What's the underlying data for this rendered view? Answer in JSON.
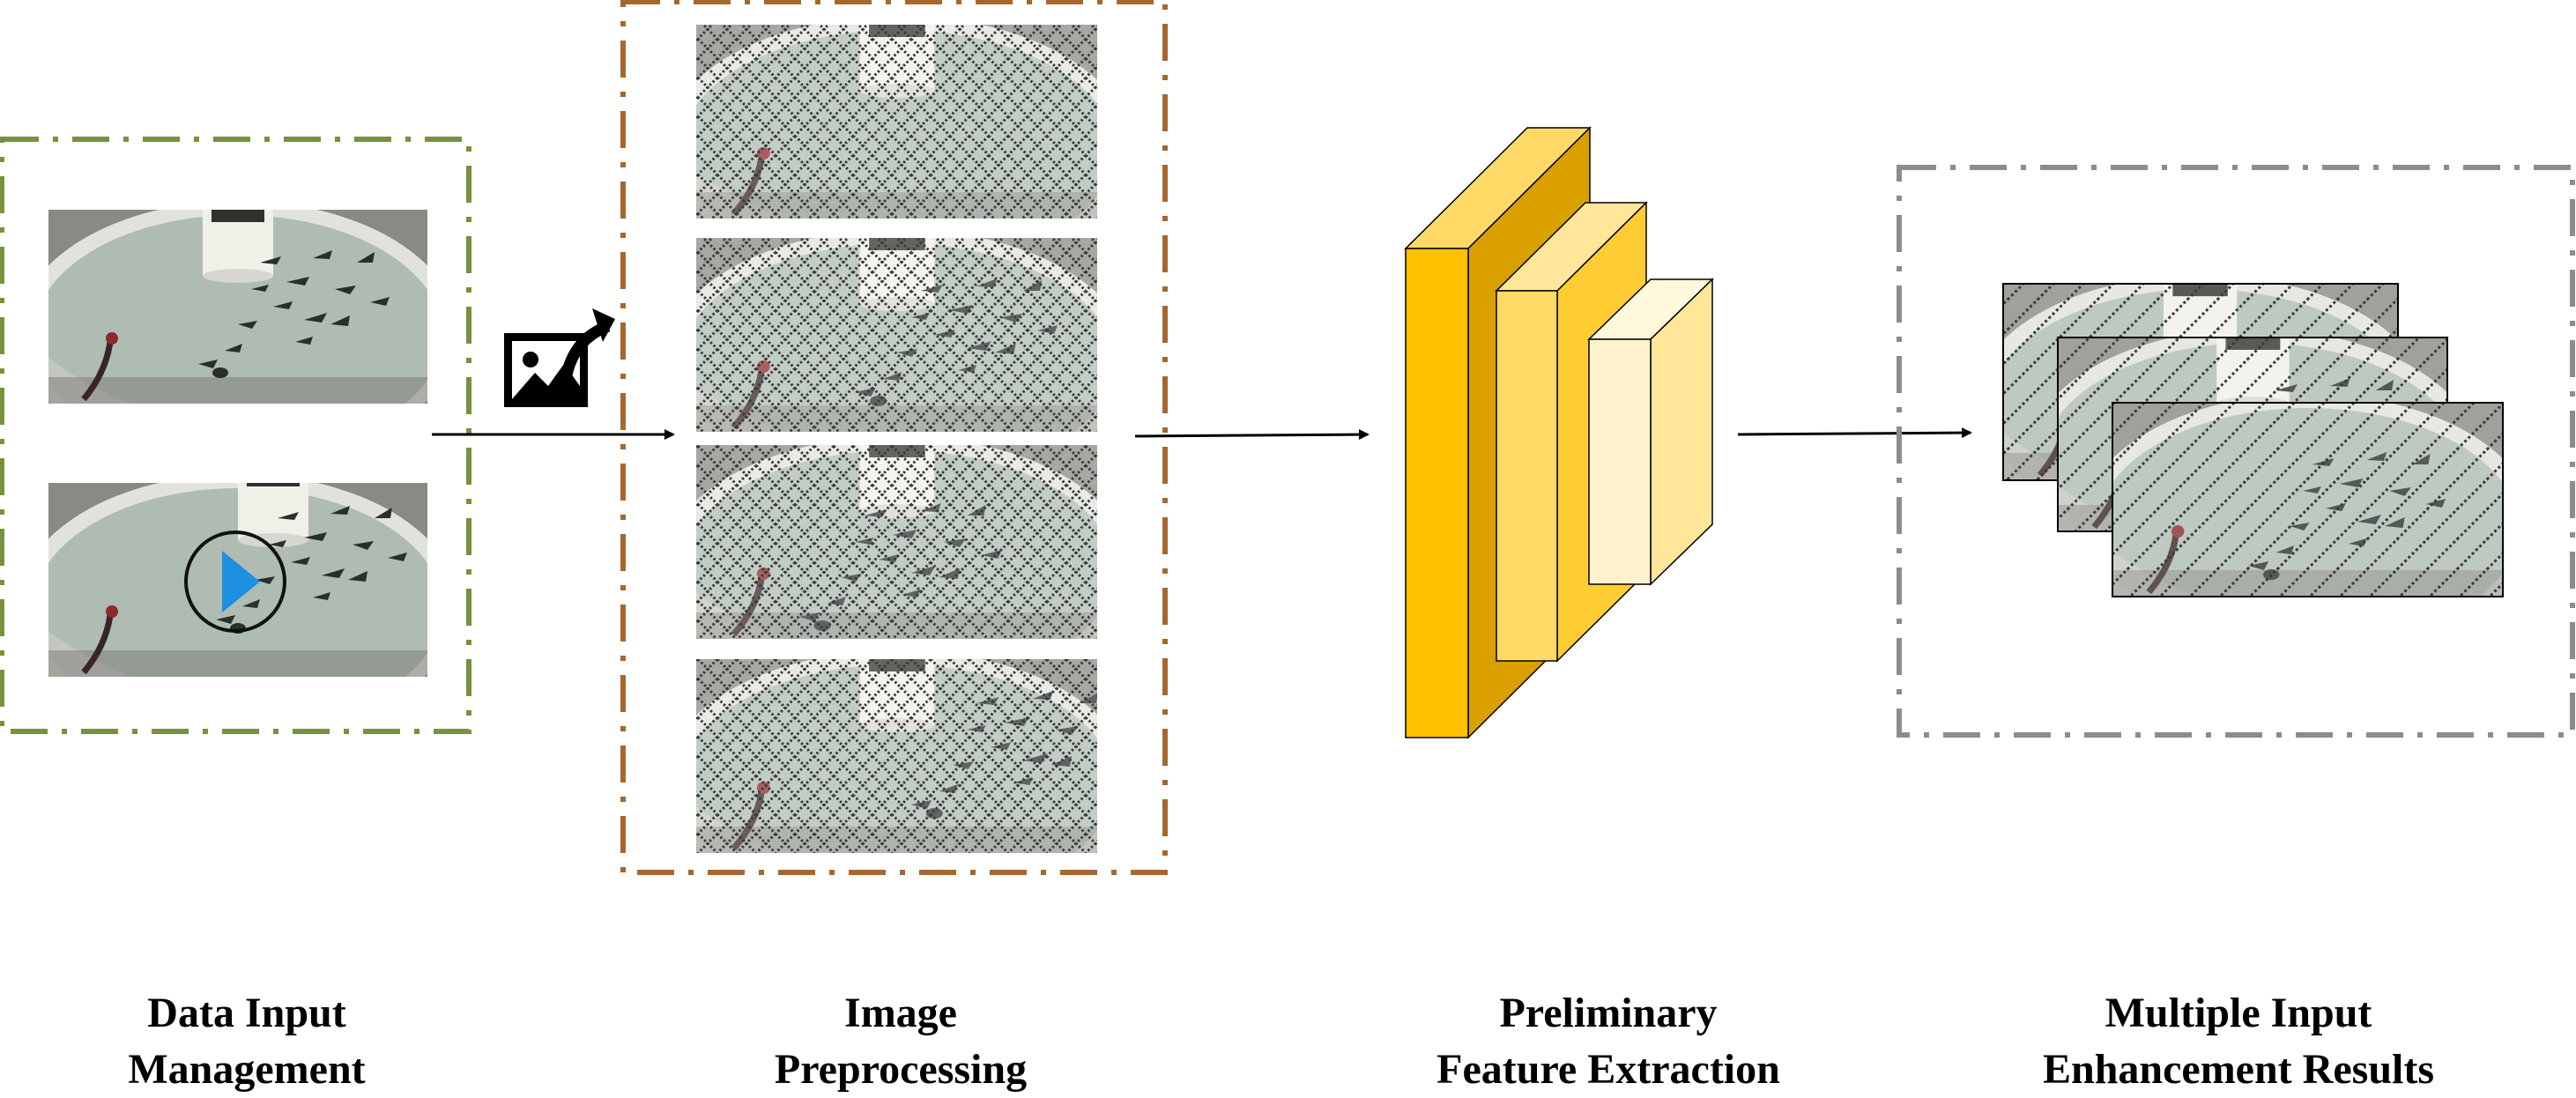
{
  "stages": [
    {
      "id": "data-input",
      "label_lines": [
        "Data Input",
        "Management"
      ]
    },
    {
      "id": "image-preprocessing",
      "label_lines": [
        "Image",
        "Preprocessing"
      ]
    },
    {
      "id": "feature-extraction",
      "label_lines": [
        "Preliminary",
        "Feature Extraction"
      ]
    },
    {
      "id": "enhancement-results",
      "label_lines": [
        "Multiple Input",
        "Enhancement Results"
      ]
    }
  ],
  "colors": {
    "input_border": "#76923c",
    "preprocess_border": "#a5672f",
    "results_border": "#8c8c8c",
    "water": "#aebcb2",
    "tank_rim": "#e2e2dc",
    "fish": "#2a2f2c",
    "play_blue": "#1f8fe0",
    "block_front_1": "#ffc000",
    "block_side_1": "#d9a000",
    "block_front_2": "#ffd966",
    "block_side_2": "#ffcc33",
    "block_front_3": "#fff2cc",
    "block_side_3": "#ffe699",
    "arrow": "#000000"
  },
  "icons": [
    "image-export-icon",
    "play-icon"
  ]
}
